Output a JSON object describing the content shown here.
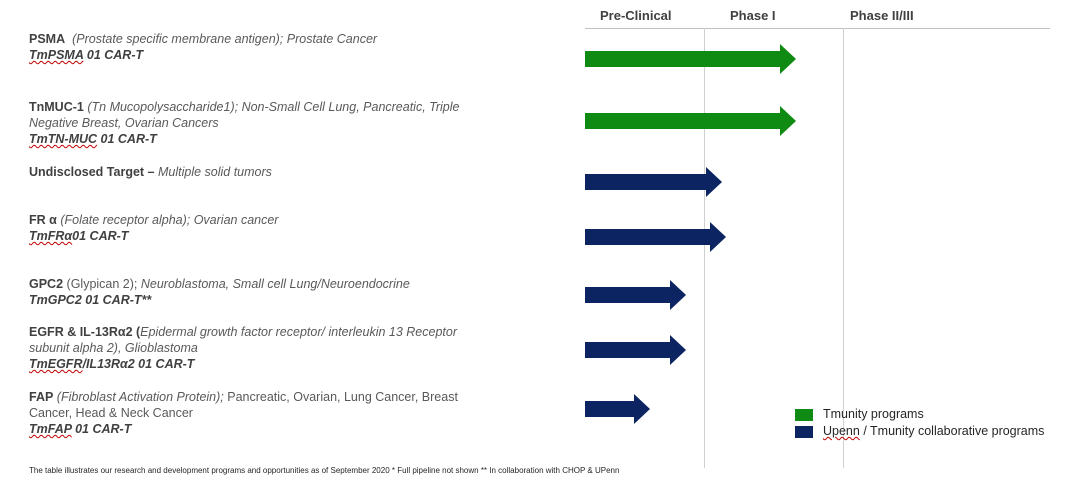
{
  "columns": [
    "Pre-Clinical",
    "Phase I",
    "Phase II/III"
  ],
  "colors": {
    "tmunity": "#0f8a12",
    "collab": "#0c2461"
  },
  "programs": [
    {
      "target": "PSMA",
      "target_desc": "(Prostate specific membrane antigen); Prostate Cancer",
      "name_prefix": "TmPSMA",
      "name_suffix": " 01 CAR-T",
      "stage": "Phase I",
      "program_type": "Tmunity programs"
    },
    {
      "target": "TnMUC-1",
      "target_desc": "(Tn Mucopolysaccharide1); Non-Small Cell Lung, Pancreatic, Triple Negative Breast, Ovarian Cancers",
      "name_prefix": "TmTN-MUC",
      "name_suffix": " 01 CAR-T",
      "stage": "Phase I",
      "program_type": "Tmunity programs"
    },
    {
      "target": "Undisclosed Target –",
      "target_desc": "Multiple solid tumors",
      "stage": "Phase I",
      "program_type": "Upenn / Tmunity collaborative programs"
    },
    {
      "target": "FR α",
      "target_desc": "(Folate receptor alpha); Ovarian cancer",
      "name_prefix": "TmFRα",
      "name_suffix": "01 CAR-T",
      "stage": "Phase I",
      "program_type": "Upenn / Tmunity collaborative programs"
    },
    {
      "target": "GPC2",
      "target_desc_normal": "(Glypican 2);",
      "target_desc": "Neuroblastoma, Small cell Lung/Neuroendocrine",
      "name_prefix": "TmGPC2",
      "name_suffix": " 01 CAR-T**",
      "stage": "Pre-Clinical",
      "program_type": "Upenn / Tmunity collaborative programs"
    },
    {
      "target": "EGFR & IL-13Rα2 (",
      "target_desc": "Epidermal growth factor receptor/ interleukin 13 Receptor subunit alpha 2), Glioblastoma",
      "name_prefix": "TmEGFR",
      "name_suffix": "/IL13Rα2 01 CAR-T",
      "stage": "Pre-Clinical",
      "program_type": "Upenn / Tmunity collaborative programs"
    },
    {
      "target": "FAP",
      "target_desc": "(Fibroblast Activation Protein);",
      "target_desc_normal": "Pancreatic, Ovarian, Lung Cancer, Breast Cancer, Head & Neck Cancer",
      "name_prefix": "TmFAP",
      "name_suffix": " 01 CAR-T",
      "stage": "Pre-Clinical",
      "program_type": "Upenn / Tmunity collaborative programs"
    }
  ],
  "progress": [
    1.0,
    1.0,
    0.65,
    0.67,
    0.48,
    0.48,
    0.31
  ],
  "legend": [
    {
      "label": "Tmunity programs",
      "color": "#0f8a12"
    },
    {
      "label_prefix": "Upenn",
      "label_suffix": " / Tmunity collaborative programs",
      "color": "#0c2461"
    }
  ],
  "footnote": "The table illustrates our research and development programs and opportunities as of September 2020 * Full pipeline not shown ** In collaboration with CHOP & UPenn"
}
